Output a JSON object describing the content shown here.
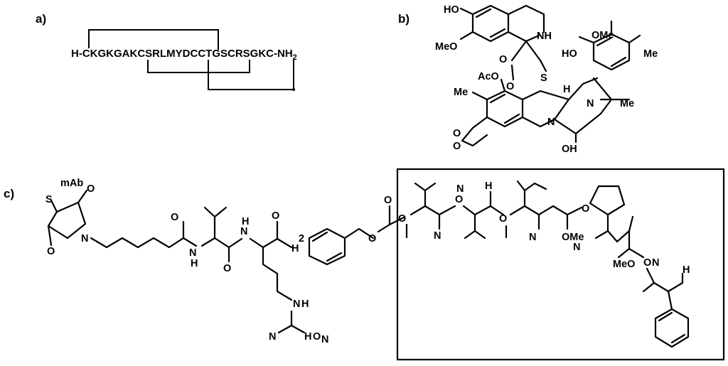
{
  "panels": {
    "a": {
      "label": "a)",
      "sequence": [
        "H-",
        "CKGKGAKCSRLMYDCCTGSCRSGKC",
        "-NH",
        "2"
      ]
    },
    "b": {
      "label": "b)",
      "atoms": [
        "HO",
        "MeO",
        "NH",
        "O",
        "O",
        "S",
        "HO",
        "OMe",
        "Me",
        "AcO",
        "Me",
        "H",
        "N",
        "Me",
        "O",
        "O",
        "N",
        "OH"
      ]
    },
    "c": {
      "label": "c)",
      "atoms": [
        "S",
        "mAb",
        "O",
        "N",
        "O",
        "O",
        "N",
        "H",
        "O",
        "N",
        "H",
        "O",
        "N",
        "H",
        "N",
        "H",
        "O",
        "N",
        "H",
        "2",
        "O",
        "O",
        "O",
        "N",
        "O",
        "N",
        "H",
        "O",
        "N",
        "OMe",
        "O",
        "N",
        "MeO",
        "O",
        "N",
        "H",
        "OH"
      ]
    }
  }
}
